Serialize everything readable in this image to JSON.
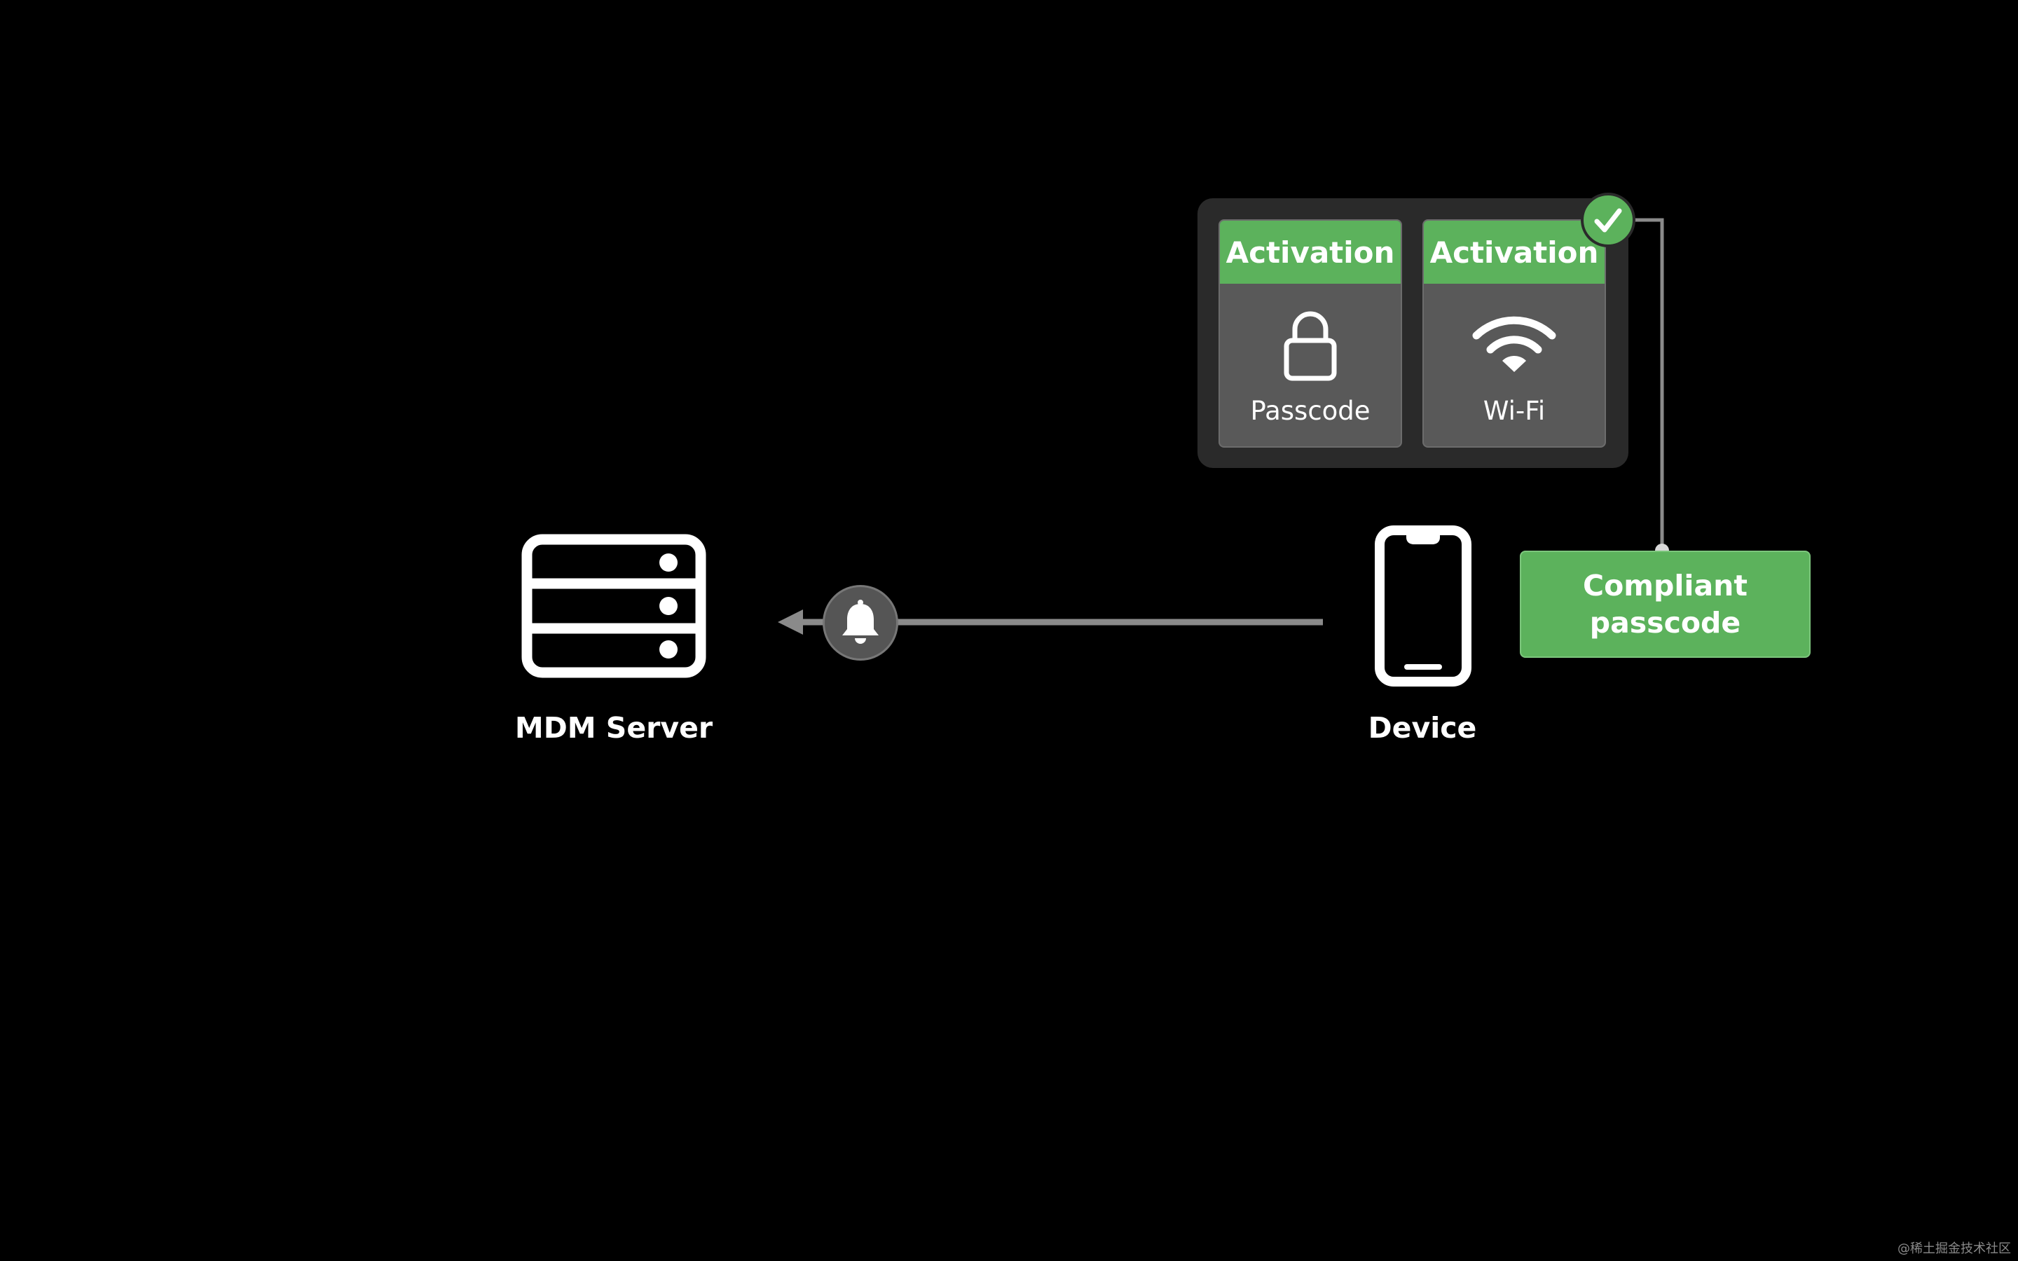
{
  "nodes": {
    "server_label": "MDM Server",
    "device_label": "Device"
  },
  "activations": [
    {
      "header": "Activation",
      "label": "Passcode",
      "icon": "lock-icon"
    },
    {
      "header": "Activation",
      "label": "Wi-Fi",
      "icon": "wifi-icon"
    }
  ],
  "status": {
    "compliant_line1": "Compliant",
    "compliant_line2": "passcode",
    "check_icon": "checkmark-icon"
  },
  "notification_icon": "bell-icon",
  "watermark": "@稀土掘金技术社区",
  "colors": {
    "background": "#000000",
    "accent_green": "#5cb25c",
    "card_gray": "#595959",
    "panel_gray": "#2a2a2a",
    "connector_gray": "#8a8a8a",
    "icon_white": "#ffffff"
  }
}
